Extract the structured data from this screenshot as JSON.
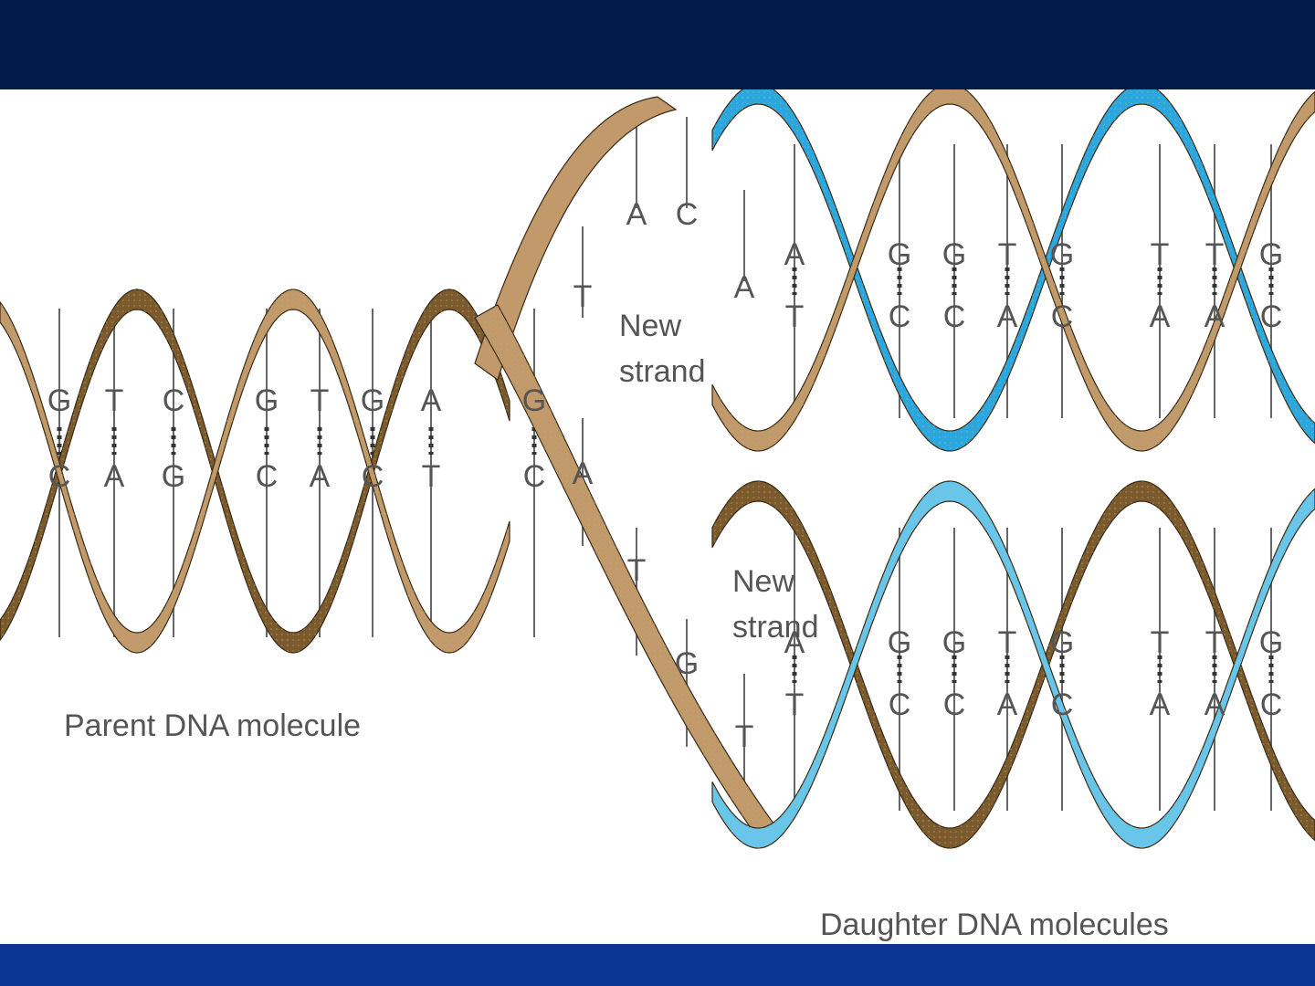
{
  "colors": {
    "top_band": "#001a4a",
    "bottom_band": "#0a3590",
    "parent_strand": "#c2996a",
    "parent_strand_dark": "#7c5a2e",
    "new_strand": "#2aa6e0",
    "new_strand_light": "#66c6ee"
  },
  "labels": {
    "parent": "Parent DNA molecule",
    "new_strand_top_1": "New",
    "new_strand_top_2": "strand",
    "new_strand_bottom_1": "New",
    "new_strand_bottom_2": "strand",
    "daughters": "Daughter DNA molecules"
  },
  "base_pairs": {
    "parent": [
      {
        "top": "G",
        "bottom": "C"
      },
      {
        "top": "T",
        "bottom": "A"
      },
      {
        "top": "C",
        "bottom": "G"
      },
      {
        "top": "G",
        "bottom": "C"
      },
      {
        "top": "T",
        "bottom": "A"
      },
      {
        "top": "G",
        "bottom": "C"
      },
      {
        "top": "A",
        "bottom": "T"
      },
      {
        "top": "G",
        "bottom": "C"
      }
    ],
    "unpaired_upper": [
      "T",
      "A",
      "C",
      "A"
    ],
    "unpaired_lower": [
      "A",
      "T",
      "G",
      "T"
    ],
    "daughter_top": [
      {
        "top": "A",
        "bottom": "T"
      },
      {
        "top": "G",
        "bottom": "C"
      },
      {
        "top": "G",
        "bottom": "C"
      },
      {
        "top": "T",
        "bottom": "A"
      },
      {
        "top": "G",
        "bottom": "C"
      },
      {
        "top": "T",
        "bottom": "A"
      },
      {
        "top": "T",
        "bottom": "A"
      },
      {
        "top": "G",
        "bottom": "C"
      }
    ],
    "daughter_bottom": [
      {
        "top": "A",
        "bottom": "T"
      },
      {
        "top": "G",
        "bottom": "C"
      },
      {
        "top": "G",
        "bottom": "C"
      },
      {
        "top": "T",
        "bottom": "A"
      },
      {
        "top": "G",
        "bottom": "C"
      },
      {
        "top": "T",
        "bottom": "A"
      },
      {
        "top": "T",
        "bottom": "A"
      },
      {
        "top": "G",
        "bottom": "C"
      }
    ]
  }
}
